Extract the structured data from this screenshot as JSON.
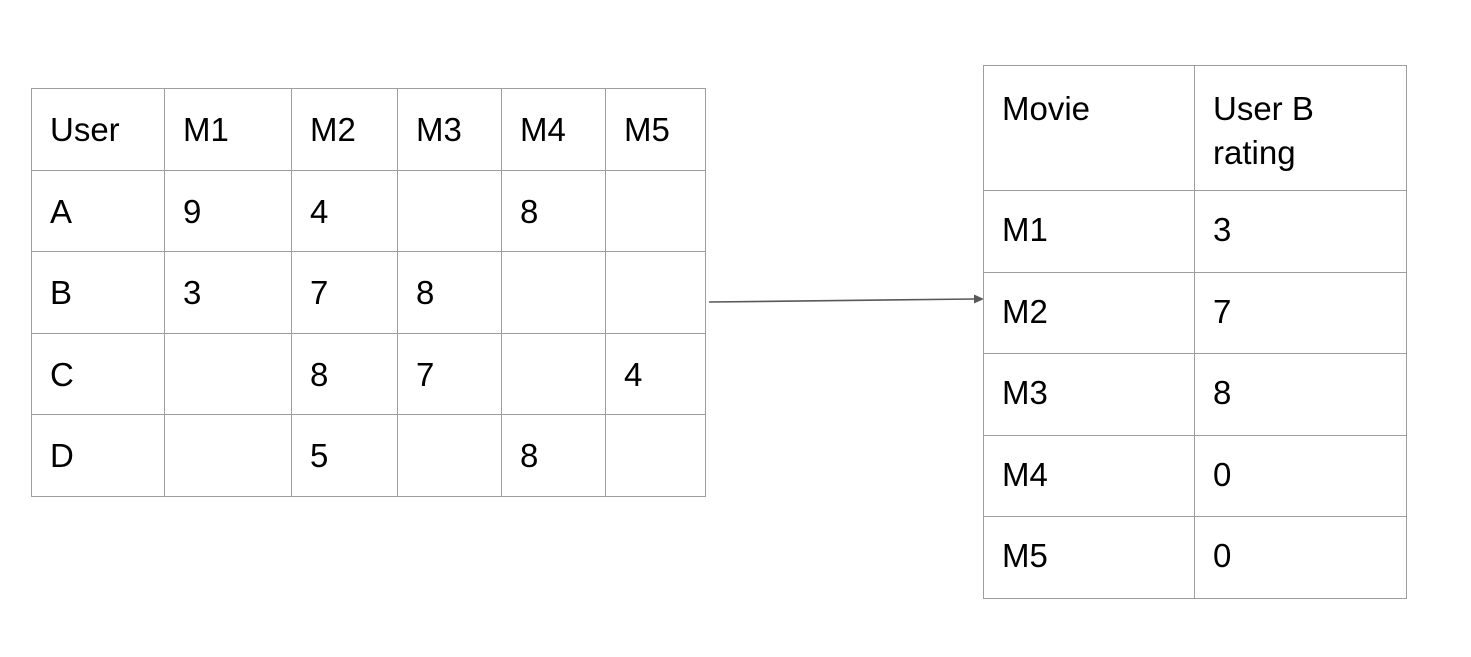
{
  "ratings_matrix": {
    "headers": [
      "User",
      "M1",
      "M2",
      "M3",
      "M4",
      "M5"
    ],
    "rows": [
      [
        "A",
        "9",
        "4",
        "",
        "8",
        ""
      ],
      [
        "B",
        "3",
        "7",
        "8",
        "",
        ""
      ],
      [
        "C",
        "",
        "8",
        "7",
        "",
        "4"
      ],
      [
        "D",
        "",
        "5",
        "",
        "8",
        ""
      ]
    ]
  },
  "user_b_table": {
    "headers": [
      "Movie",
      "User B rating"
    ],
    "rows": [
      [
        "M1",
        "3"
      ],
      [
        "M2",
        "7"
      ],
      [
        "M3",
        "8"
      ],
      [
        "M4",
        "0"
      ],
      [
        "M5",
        "0"
      ]
    ]
  },
  "colors": {
    "grid_line": "#9e9e9e",
    "arrow": "#595959",
    "text": "#000000"
  }
}
